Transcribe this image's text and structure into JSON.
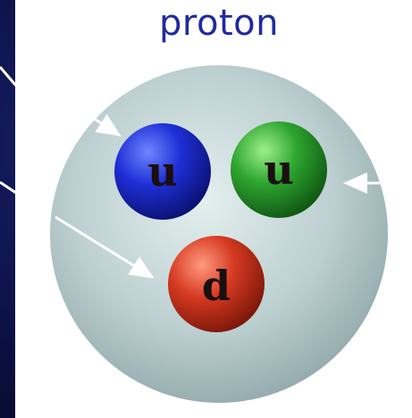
{
  "diagram": {
    "title": "proton",
    "quarks": [
      {
        "label": "u",
        "color": "blue",
        "fill": "#1f2fd6"
      },
      {
        "label": "u",
        "color": "green",
        "fill": "#2ea52f"
      },
      {
        "label": "d",
        "color": "red",
        "fill": "#d63a22"
      }
    ],
    "colors": {
      "background": "#0b1040",
      "title_text": "#1f2a9e",
      "proton_sphere": "#b8cccc",
      "arrows": "#ffffff"
    }
  }
}
